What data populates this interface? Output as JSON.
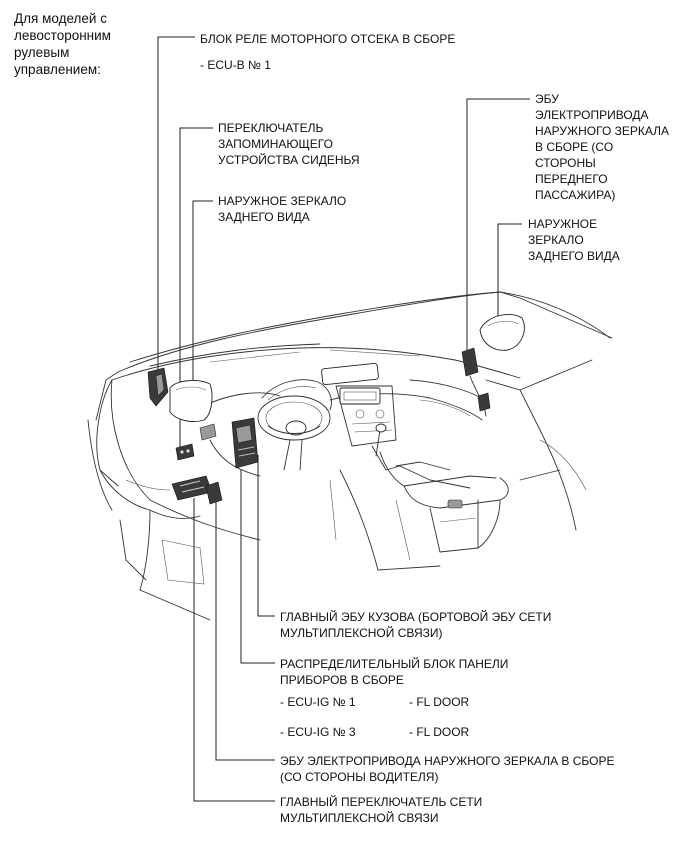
{
  "header": "Для моделей с\nлевосторонним\nрулевым\nуправлением:",
  "labels": {
    "engine_relay_block": "БЛОК РЕЛЕ МОТОРНОГО ОТСЕКА В СБОРЕ",
    "ecu_b": "- ECU-B № 1",
    "seat_memory_switch": "ПЕРЕКЛЮЧАТЕЛЬ\nЗАПОМИНАЮЩЕГО\nУСТРОЙСТВА СИДЕНЬЯ",
    "outer_mirror_left": "НАРУЖНОЕ ЗЕРКАЛО\nЗАДНЕГО ВИДА",
    "mirror_ecu_passenger": "ЭБУ\nЭЛЕКТРОПРИВОДА\nНАРУЖНОГО ЗЕРКАЛА\nВ СБОРЕ (СО\nСТОРОНЫ\nПЕРЕДНЕГО\nПАССАЖИРА)",
    "outer_mirror_right": "НАРУЖНОЕ\nЗЕРКАЛО\nЗАДНЕГО ВИДА",
    "main_body_ecu": "ГЛАВНЫЙ ЭБУ КУЗОВА (БОРТОВОЙ ЭБУ СЕТИ\nМУЛЬТИПЛЕКСНОЙ СВЯЗИ)",
    "instrument_panel_jb": "РАСПРЕДЕЛИТЕЛЬНЫЙ БЛОК ПАНЕЛИ\nПРИБОРОВ В СБОРЕ",
    "ecu_ig1": "- ECU-IG № 1",
    "fl_door_1": "- FL DOOR",
    "ecu_ig3": "- ECU-IG № 3",
    "fl_door_2": "- FL DOOR",
    "mirror_ecu_driver": "ЭБУ ЭЛЕКТРОПРИВОДА НАРУЖНОГО ЗЕРКАЛА В СБОРЕ\n(СО СТОРОНЫ ВОДИТЕЛЯ)",
    "multiplex_master_switch": "ГЛАВНЫЙ ПЕРЕКЛЮЧАТЕЛЬ СЕТИ\nМУЛЬТИПЛЕКСНОЙ СВЯЗИ"
  }
}
